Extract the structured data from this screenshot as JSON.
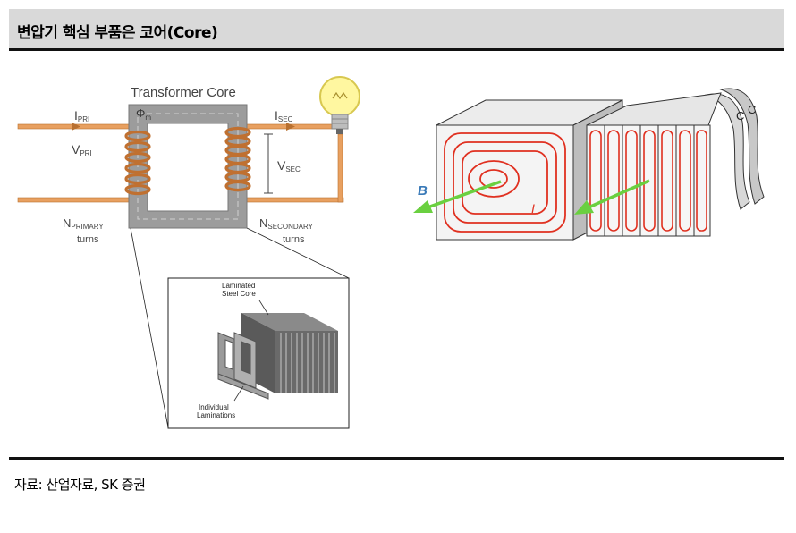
{
  "header": {
    "title": "변압기 핵심 부품은 코어(Core)"
  },
  "transformer_diagram": {
    "title": "Transformer Core",
    "phi": "Φ",
    "phi_sub": "m",
    "i_pri": "I",
    "i_pri_sub": "PRI",
    "v_pri": "V",
    "v_pri_sub": "PRI",
    "i_sec": "I",
    "i_sec_sub": "SEC",
    "v_sec": "V",
    "v_sec_sub": "SEC",
    "n_primary": "N",
    "n_primary_sub": "PRIMARY",
    "n_primary_turns": "turns",
    "n_secondary": "N",
    "n_secondary_sub": "SECONDARY",
    "n_secondary_turns": "turns",
    "inset_label_top_1": "Laminated",
    "inset_label_top_2": "Steel Core",
    "inset_label_bottom_1": "Individual",
    "inset_label_bottom_2": "Laminations"
  },
  "eddy_diagram": {
    "b_label": "B",
    "i_label": "I",
    "c_label_1": "C",
    "c_label_2": "C"
  },
  "footer": {
    "source": "자료: 산업자료, SK 증권"
  },
  "colors": {
    "header_bg": "#d9d9d9",
    "copper": "#e8a060",
    "core": "#9a9a9a",
    "eddy_red": "#e03020",
    "b_green": "#6ad040"
  }
}
